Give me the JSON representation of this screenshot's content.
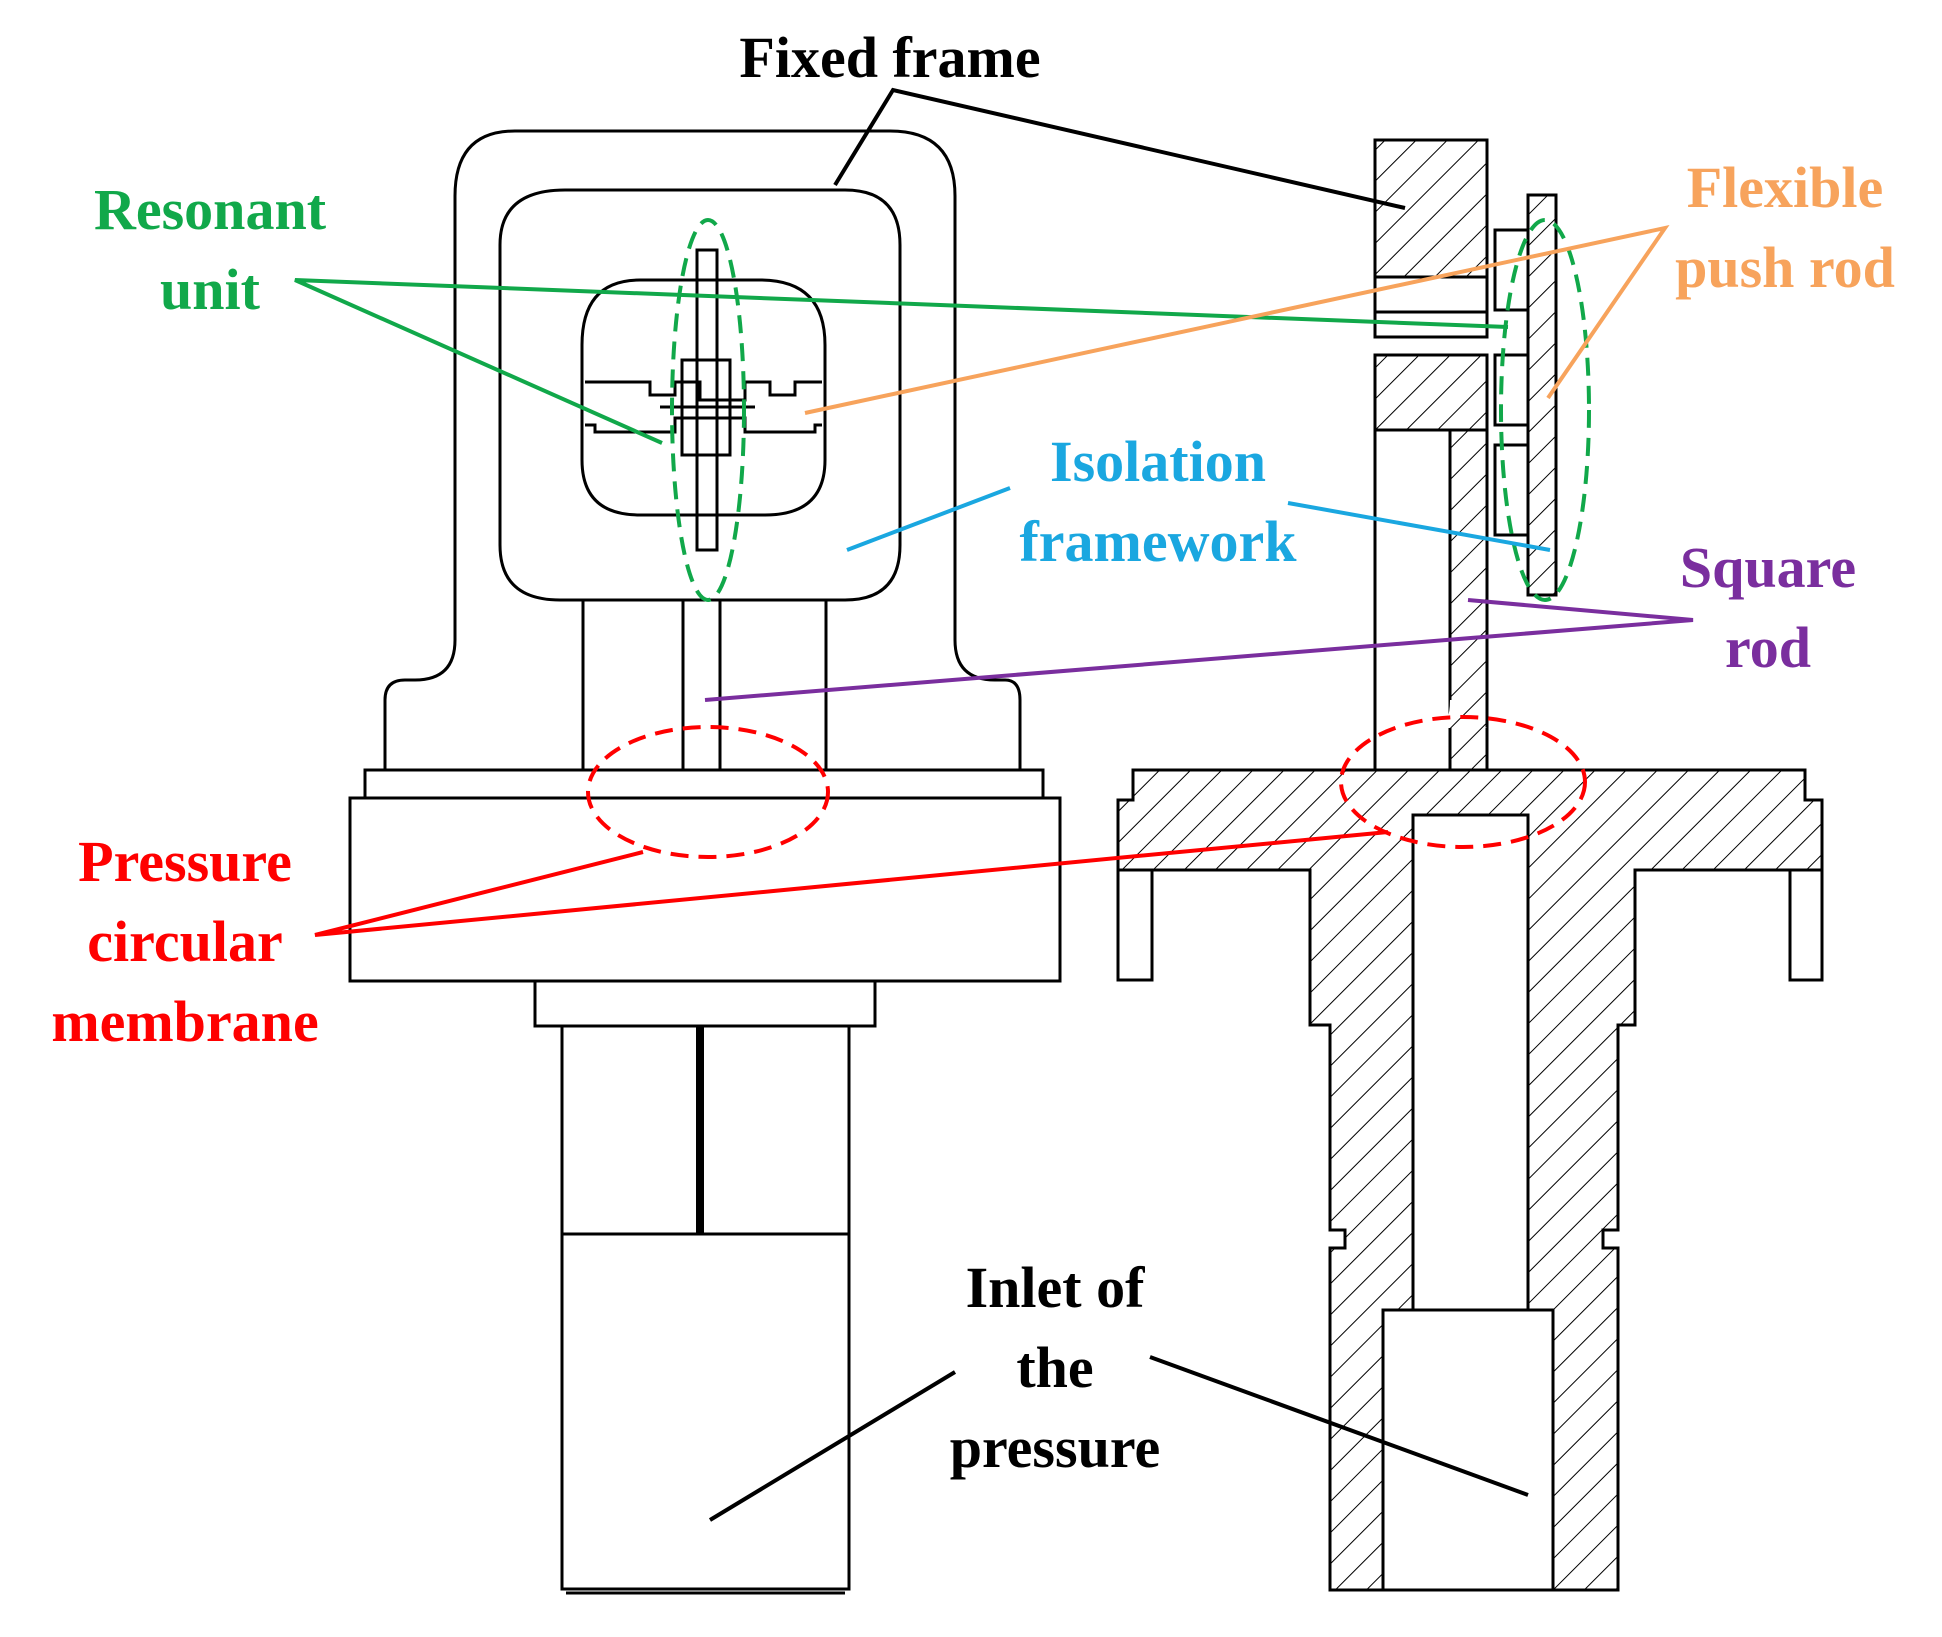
{
  "colors": {
    "outline": "#000000",
    "resonant_unit": "#11a84a",
    "flexible_push_rod": "#f7a35c",
    "isolation_framework": "#1aa7e0",
    "square_rod": "#7a2e9e",
    "pressure_membrane": "#ff0000",
    "annotation_black": "#000000"
  },
  "labels": {
    "fixed_frame": [
      "Fixed frame"
    ],
    "resonant_unit": [
      "Resonant",
      "unit"
    ],
    "flexible_push_rod": [
      "Flexible",
      "push rod"
    ],
    "isolation_framework": [
      "Isolation",
      "framework"
    ],
    "square_rod": [
      "Square",
      "rod"
    ],
    "pressure_membrane": [
      "Pressure",
      "circular",
      "membrane"
    ],
    "inlet": [
      "Inlet of",
      "the",
      "pressure"
    ]
  }
}
